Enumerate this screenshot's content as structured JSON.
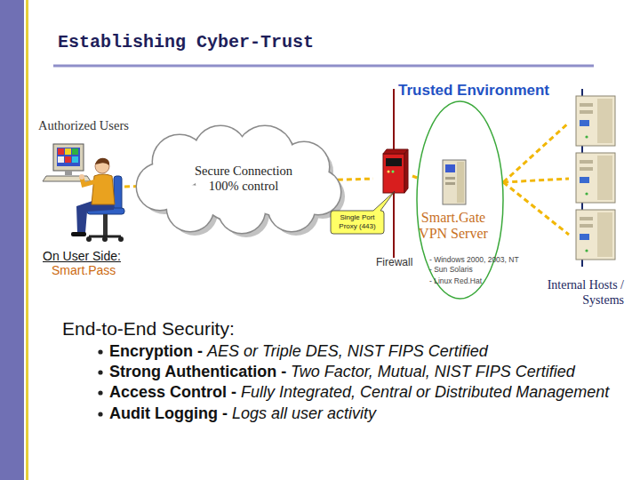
{
  "diagram": {
    "title": "Establishing Cyber-Trust",
    "nodes": [
      {
        "text": [
          "Authorized Users",
          "On User Side:",
          "Smart.Pass"
        ]
      },
      {
        "text": [
          "Secure Connection 100% control"
        ]
      },
      {
        "text": [
          "Firewall"
        ]
      },
      {
        "text": [
          "Single Port Proxy (443)"
        ]
      },
      {
        "text": [
          "Smart.Gate VPN Server"
        ]
      },
      {
        "text": [
          "Internal Hosts / Systems"
        ]
      }
    ],
    "edges": [
      {
        "from": 0,
        "to": 2,
        "arrow": "none"
      },
      {
        "from": 2,
        "to": 4,
        "arrow": "none"
      },
      {
        "from": 4,
        "to": 5,
        "arrow": "none"
      },
      {
        "from": 4,
        "to": 5,
        "arrow": "none"
      },
      {
        "from": 4,
        "to": 5,
        "arrow": "none"
      }
    ],
    "labels": [
      "Trusted Environment",
      "- Windows 2000, 2003, NT",
      "- Sun Solaris",
      "- Linux Red.Hat",
      "End-to-End Security:",
      "Encryption -",
      "AES or Triple DES, NIST FIPS Certified",
      "Strong Authentication -",
      "Two Factor, Mutual, NIST FIPS Certified",
      "Access Control -",
      "Fully Integrated, Central or Distributed Management",
      "Audit Logging -",
      "Logs all user activity"
    ]
  }
}
